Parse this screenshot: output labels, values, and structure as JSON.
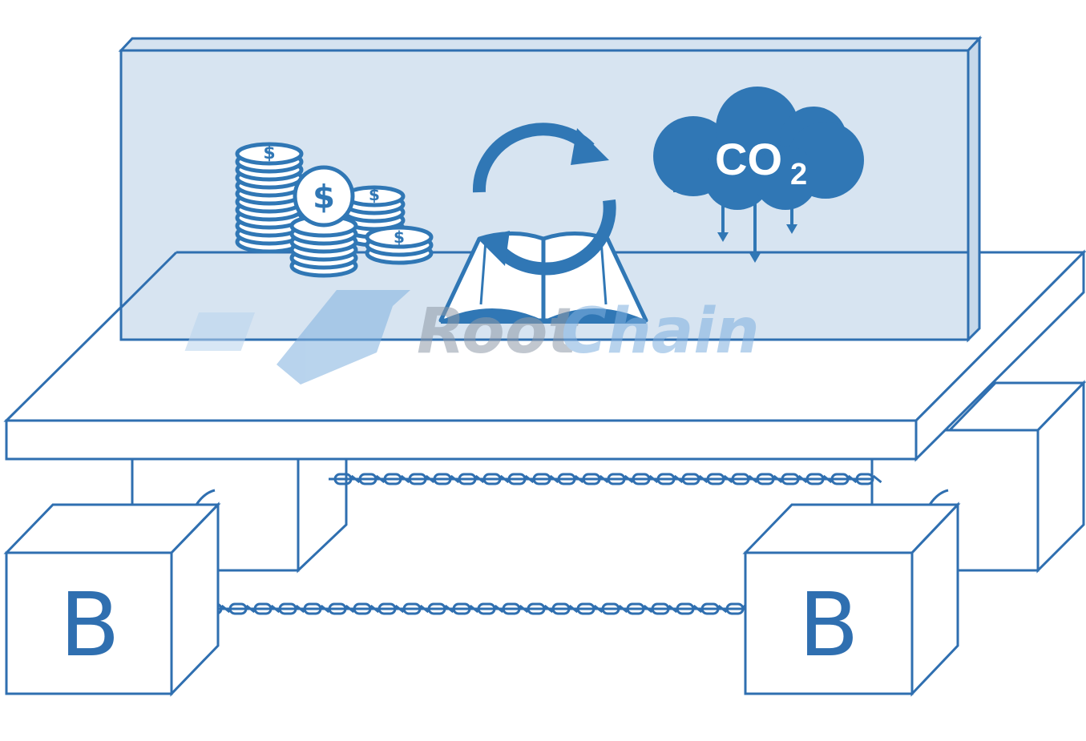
{
  "colors": {
    "stroke": "#2f6fb0",
    "panel_fill": "#d5e3f0",
    "icon_fill": "#3077b5",
    "white": "#ffffff",
    "watermark_root": "#8f9aa8",
    "watermark_chain": "#7fb0df"
  },
  "panel": {
    "icons": [
      "coins-icon",
      "book-cycle-icon",
      "co2-cloud-icon"
    ],
    "dollar_sign": "$",
    "co2_main": "CO",
    "co2_sub": "2"
  },
  "watermark": {
    "part1": "Root",
    "part2": "Chain"
  },
  "blocks": {
    "left_label": "B",
    "right_label": "B"
  },
  "chains": [
    "upper-chain",
    "lower-chain"
  ]
}
